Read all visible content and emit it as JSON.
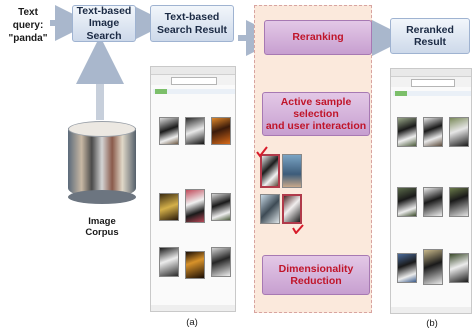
{
  "query": {
    "line1": "Text query:",
    "line2": "\"panda\""
  },
  "boxes": {
    "search": {
      "line1": "Text-based",
      "line2": "Image Search"
    },
    "result": {
      "line1": "Text-based",
      "line2": "Search Result"
    },
    "reranking": "Reranking",
    "active": {
      "line1": "Active sample selection",
      "line2": "and user interaction"
    },
    "dimred": "Dimensionality Reduction",
    "reranked": "Reranked Result"
  },
  "corpus_label": "Image Corpus",
  "captions": {
    "a": "(a)",
    "b": "(b)"
  },
  "colors": {
    "blue_box": "#cdd9ea",
    "pink_box": "#c79fd0",
    "pink_text": "#c0152a",
    "panel_bg": "#fbe9dc",
    "arrow": "#a9b7cc",
    "selection_mark": "#d81b2a"
  }
}
